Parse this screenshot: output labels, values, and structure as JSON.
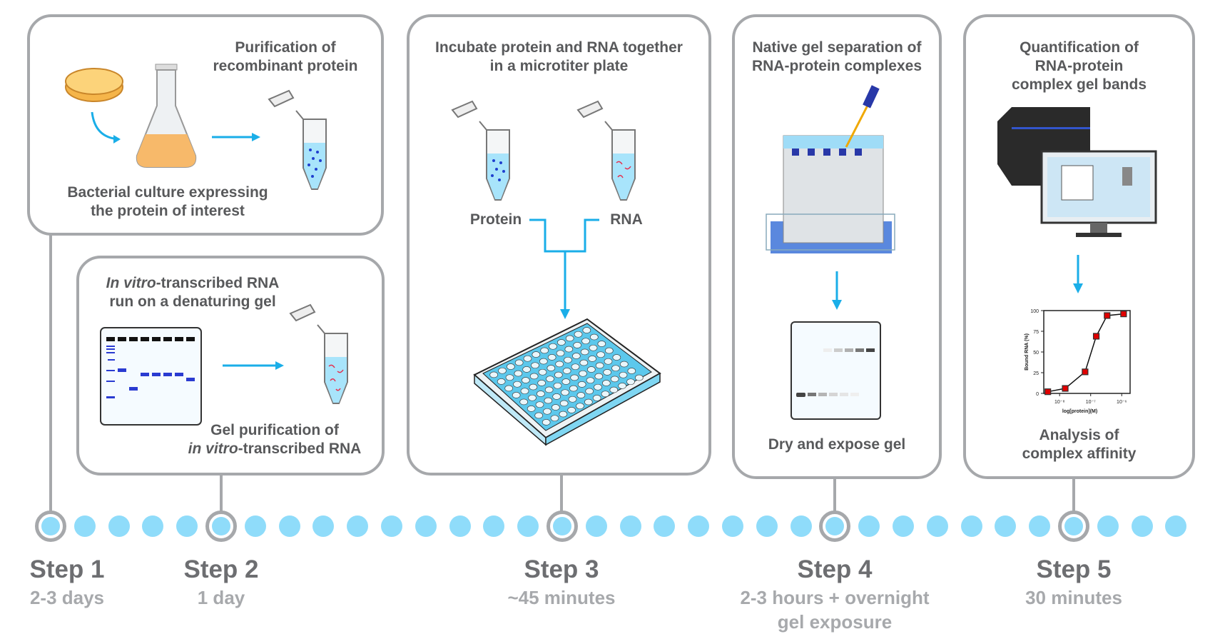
{
  "colors": {
    "accent": "#1aaee8",
    "dot": "#8fdcfa",
    "border": "#a6a8ab",
    "band_blue": "#2a3bd1",
    "marker": "#e00000"
  },
  "step1": {
    "culture_label": [
      "Bacterial culture expressing",
      "the protein of interest"
    ],
    "purification_label": [
      "Purification of",
      "recombinant protein"
    ]
  },
  "step2": {
    "gel_label_italic": "In vitro",
    "gel_label_rest": "-transcribed RNA",
    "gel_label_line2": "run on a denaturing gel",
    "purif_line1": "Gel purification of",
    "purif_italic": "in vitro",
    "purif_rest": "-transcribed RNA"
  },
  "step3": {
    "title": [
      "Incubate protein and RNA together",
      "in a microtiter plate"
    ],
    "protein_label": "Protein",
    "rna_label": "RNA"
  },
  "step4": {
    "title": [
      "Native gel separation of",
      "RNA-protein complexes"
    ],
    "bottom_label": "Dry and expose gel"
  },
  "step5": {
    "title": [
      "Quantification of",
      "RNA-protein",
      "complex gel bands"
    ],
    "bottom_label": [
      "Analysis of",
      "complex affinity"
    ]
  },
  "timeline": [
    {
      "step": "Step 1",
      "duration": [
        "2-3 days"
      ]
    },
    {
      "step": "Step 2",
      "duration": [
        "1 day"
      ]
    },
    {
      "step": "Step 3",
      "duration": [
        "~45 minutes"
      ]
    },
    {
      "step": "Step 4",
      "duration": [
        "2-3 hours + overnight",
        "gel exposure"
      ]
    },
    {
      "step": "Step 5",
      "duration": [
        "30 minutes"
      ]
    }
  ],
  "chart_data": {
    "type": "line",
    "xlabel": "log[protein](M)",
    "ylabel": "Bound RNA (%)",
    "x_scale": "log",
    "x_ticks": [
      "10⁻⁸",
      "10⁻⁷",
      "10⁻⁶"
    ],
    "y_ticks": [
      "0",
      "25",
      "50",
      "75",
      "100"
    ],
    "ylim": [
      0,
      100
    ],
    "xlim_log10": [
      -8.51,
      -5.73
    ],
    "x_log10": [
      -8.38,
      -7.82,
      -7.18,
      -6.82,
      -6.47,
      -5.94
    ],
    "y": [
      2,
      6,
      26,
      69,
      94,
      96
    ]
  }
}
